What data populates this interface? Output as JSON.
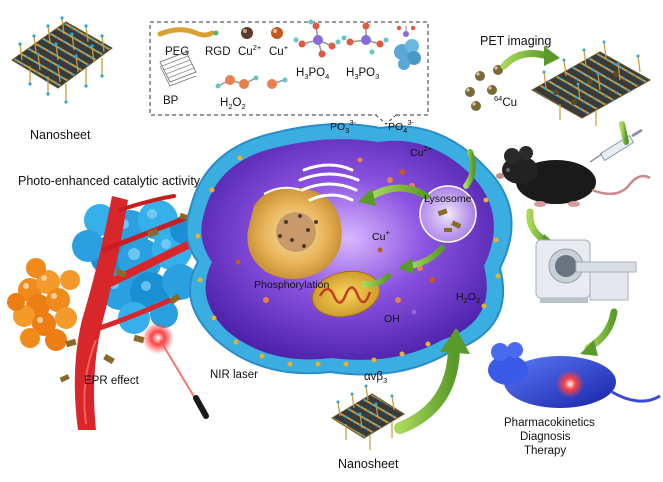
{
  "legend": {
    "peg": "PEG",
    "rgd": "RGD",
    "cu2": {
      "base": "Cu",
      "sup": "2+"
    },
    "cu1": {
      "base": "Cu",
      "sup": "+"
    },
    "h3po4": {
      "a": "H",
      "s1": "3",
      "b": "PO",
      "s2": "4"
    },
    "h3po3": {
      "a": "H",
      "s1": "3",
      "b": "PO",
      "s2": "3"
    },
    "bp": "BP",
    "h2o2": {
      "a": "H",
      "s1": "2",
      "b": "O",
      "s2": "2"
    }
  },
  "labels": {
    "nanosheet_top": "Nanosheet",
    "nanosheet_bottom": "Nanosheet",
    "pet_imaging": "PET imaging",
    "cu64": {
      "sup": "64",
      "base": "Cu"
    },
    "photo_enhanced": "Photo-enhanced catalytic activity",
    "epr_effect": "EPR effect",
    "nir_laser": "NIR laser",
    "phosphorylation": "Phosphorylation",
    "lysosome": "Lysosome",
    "oh": "OH",
    "cell_po3": {
      "base": "PO",
      "sub": "3",
      "sup": "3-"
    },
    "cell_po4": {
      "base": "PO",
      "sub": "4",
      "sup": "3-"
    },
    "cell_cu2": {
      "base": "Cu",
      "sup": "2+"
    },
    "cell_cu1": {
      "base": "Cu",
      "sup": "+"
    },
    "cell_h2o2": {
      "a": "H",
      "s1": "2",
      "b": "O",
      "s2": "2"
    },
    "integrin": {
      "a": "αvβ",
      "sub": "3"
    },
    "outcomes": [
      "Pharmacokinetics",
      "Diagnosis",
      "Therapy"
    ]
  },
  "colors": {
    "cell_outer": "#3aaee0",
    "cell_inner": "#6a2fc8",
    "cytoplasm_glow": "#c8a0f0",
    "arrow_green": "#7ab83a",
    "vessel_red": "#d8262a",
    "tumor_blue": "#2aa0e0",
    "fat_orange": "#f08a1a",
    "mouse_blue": "#2a3ad8",
    "nanosheet_gold": "#b48a3c"
  }
}
